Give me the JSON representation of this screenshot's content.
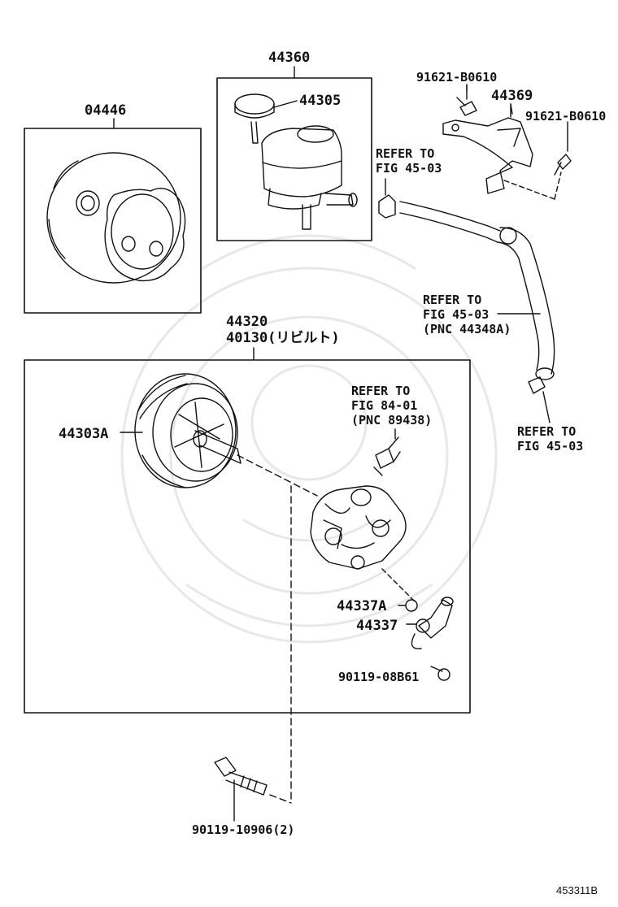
{
  "labels": {
    "p04446": "04446",
    "p44360": "44360",
    "p44305": "44305",
    "p91621a": "91621-B0610",
    "p44369": "44369",
    "p91621b": "91621-B0610",
    "refer_top": "REFER TO\nFIG 45-03",
    "refer_mid": "REFER TO\nFIG 45-03\n(PNC 44348A)",
    "refer_right": "REFER TO\nFIG 45-03",
    "refer_84": "REFER TO\nFIG 84-01\n(PNC 89438)",
    "p44320": "44320",
    "p40130": "40130(リビルト)",
    "p44303a": "44303A",
    "p44337a": "44337A",
    "p44337": "44337",
    "p90119_08b61": "90119-08B61",
    "p90119_10906": "90119-10906(2)"
  },
  "figure_code": "453311B"
}
